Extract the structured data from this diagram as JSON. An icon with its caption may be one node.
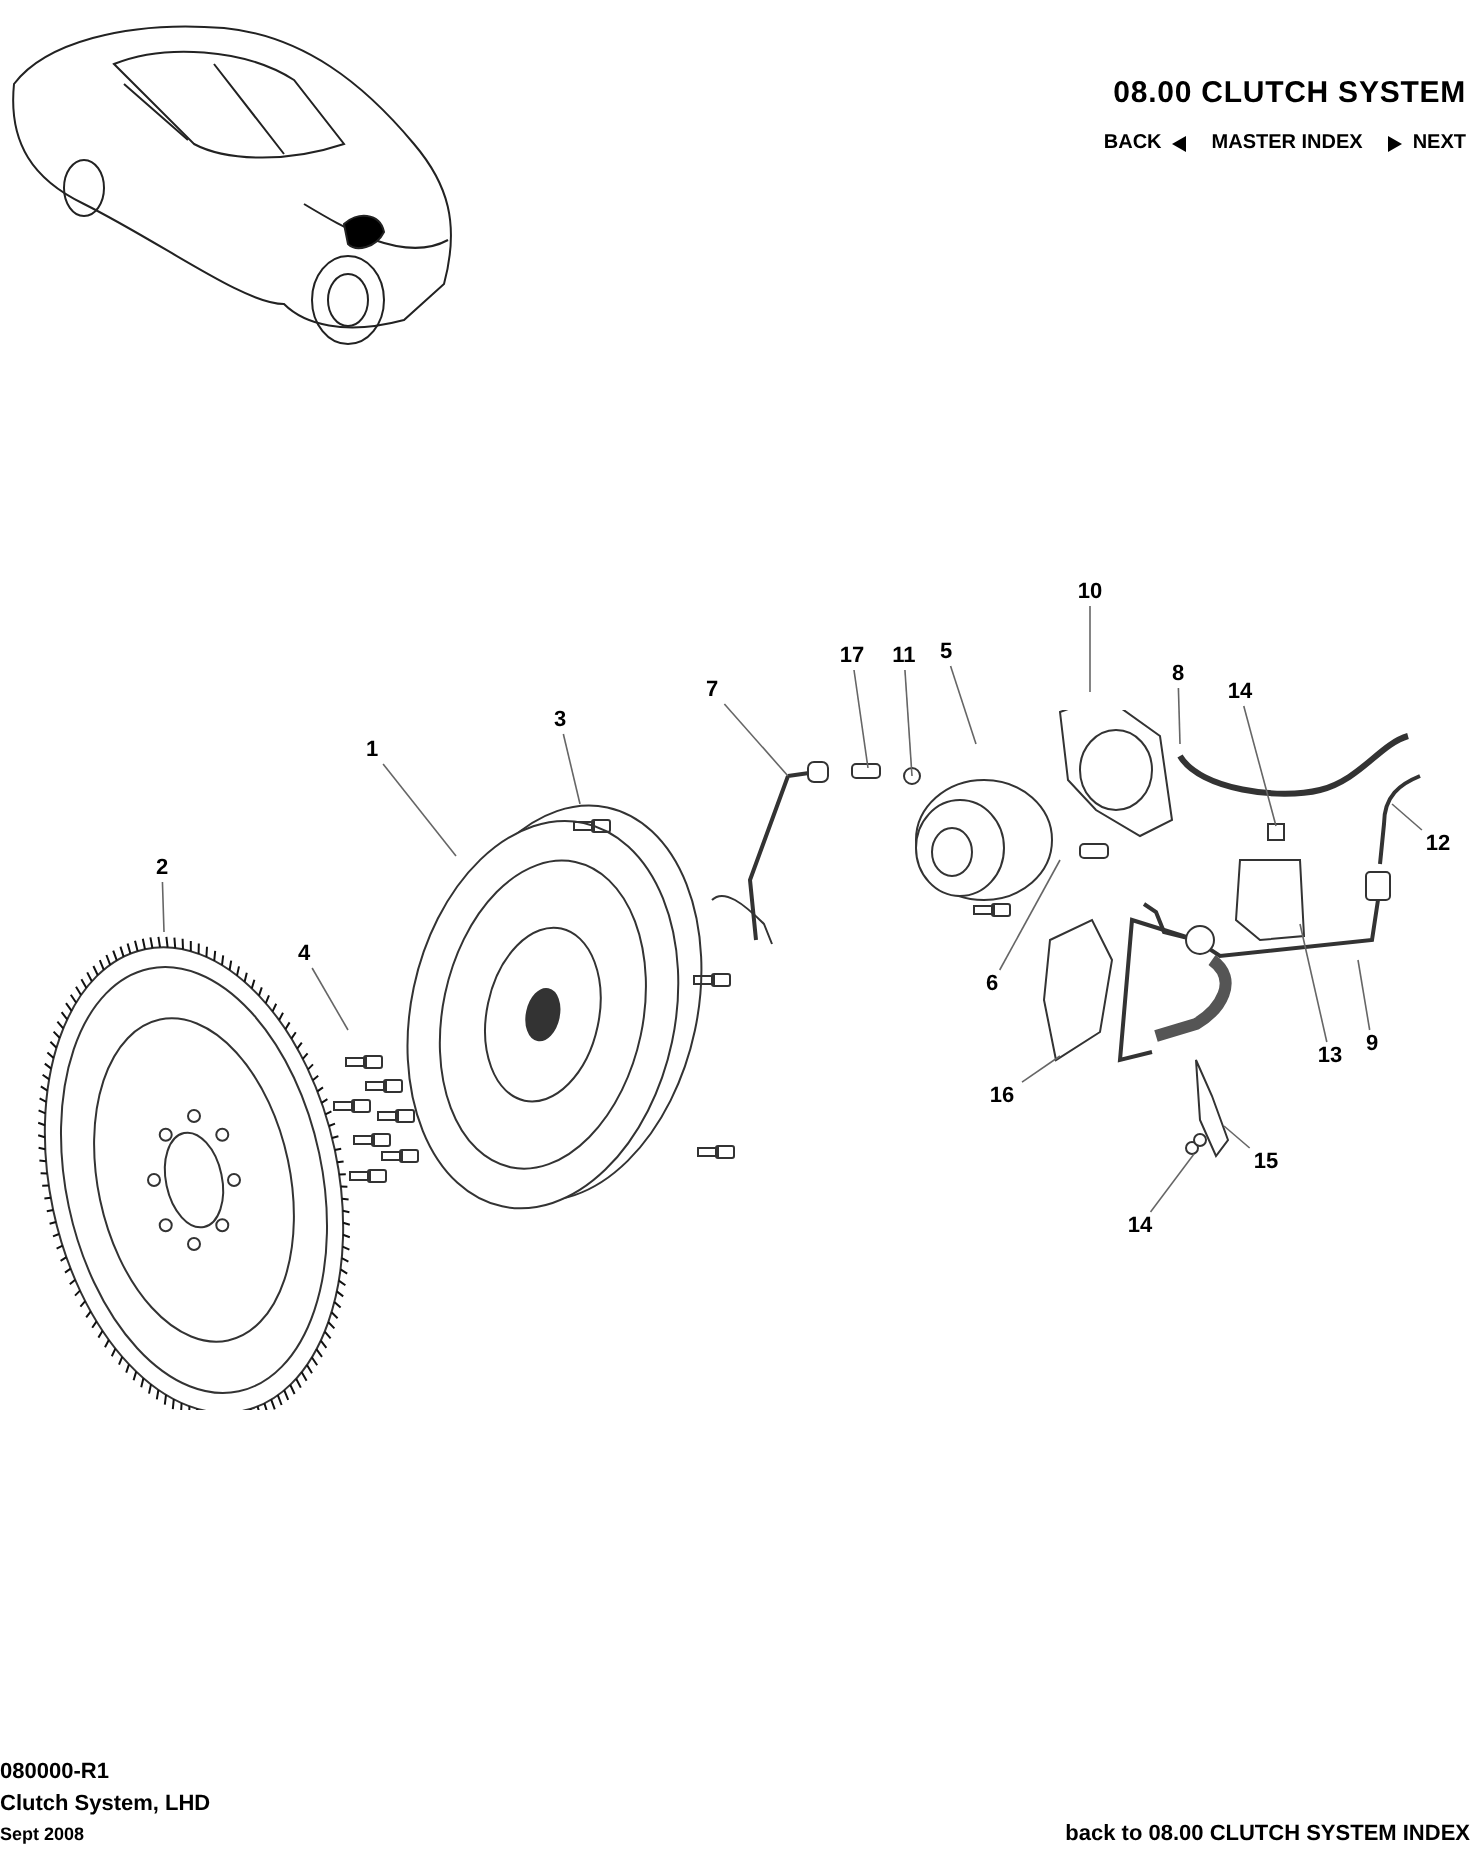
{
  "diagram": {
    "title": "08.00 CLUTCH SYSTEM",
    "nodes": [
      {
        "text": [
          "1"
        ]
      },
      {
        "text": [
          "2"
        ]
      },
      {
        "text": [
          "3"
        ]
      },
      {
        "text": [
          "4"
        ]
      },
      {
        "text": [
          "5"
        ]
      },
      {
        "text": [
          "6"
        ]
      },
      {
        "text": [
          "7"
        ]
      },
      {
        "text": [
          "8"
        ]
      },
      {
        "text": [
          "9"
        ]
      },
      {
        "text": [
          "10"
        ]
      },
      {
        "text": [
          "11"
        ]
      },
      {
        "text": [
          "12"
        ]
      },
      {
        "text": [
          "13"
        ]
      },
      {
        "text": [
          "14"
        ]
      },
      {
        "text": [
          "15"
        ]
      },
      {
        "text": [
          "14"
        ]
      },
      {
        "text": [
          "16"
        ]
      },
      {
        "text": [
          "17"
        ]
      }
    ],
    "edges": [
      {
        "from": 0,
        "to": null,
        "arrow": "none"
      },
      {
        "from": 1,
        "to": null,
        "arrow": "none"
      },
      {
        "from": 2,
        "to": null,
        "arrow": "none"
      },
      {
        "from": 3,
        "to": null,
        "arrow": "none"
      },
      {
        "from": 4,
        "to": null,
        "arrow": "none"
      },
      {
        "from": 5,
        "to": null,
        "arrow": "none"
      },
      {
        "from": 6,
        "to": null,
        "arrow": "none"
      },
      {
        "from": 7,
        "to": null,
        "arrow": "none"
      },
      {
        "from": 8,
        "to": null,
        "arrow": "none"
      },
      {
        "from": 9,
        "to": null,
        "arrow": "none"
      },
      {
        "from": 10,
        "to": null,
        "arrow": "none"
      },
      {
        "from": 11,
        "to": null,
        "arrow": "none"
      },
      {
        "from": 12,
        "to": null,
        "arrow": "none"
      },
      {
        "from": 13,
        "to": null,
        "arrow": "none"
      },
      {
        "from": 14,
        "to": null,
        "arrow": "none"
      },
      {
        "from": 15,
        "to": null,
        "arrow": "none"
      },
      {
        "from": 16,
        "to": null,
        "arrow": "none"
      },
      {
        "from": 17,
        "to": null,
        "arrow": "none"
      }
    ],
    "labels": [
      "BACK",
      "MASTER INDEX",
      "NEXT",
      "080000-R1",
      "Clutch System, LHD",
      "Sept 2008",
      "back to 08.00 CLUTCH SYSTEM INDEX"
    ]
  }
}
